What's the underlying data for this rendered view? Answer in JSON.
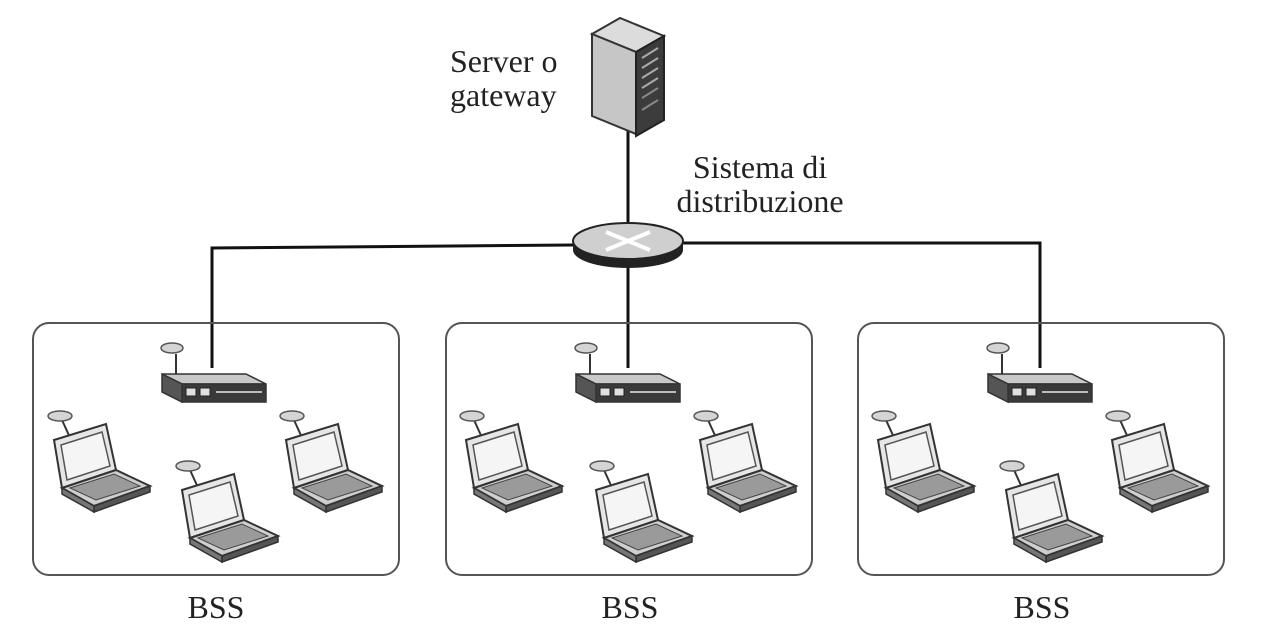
{
  "server": {
    "label_line1": "Server o",
    "label_line2": "gateway",
    "icon": "server-tower-icon"
  },
  "distribution": {
    "label_line1": "Sistema di",
    "label_line2": "distribuzione",
    "icon": "router-switch-icon"
  },
  "bss_groups": [
    {
      "label": "BSS",
      "access_point_icon": "access-point-icon",
      "laptop_icon": "wireless-laptop-icon",
      "laptop_count": 3
    },
    {
      "label": "BSS",
      "access_point_icon": "access-point-icon",
      "laptop_icon": "wireless-laptop-icon",
      "laptop_count": 3
    },
    {
      "label": "BSS",
      "access_point_icon": "access-point-icon",
      "laptop_icon": "wireless-laptop-icon",
      "laptop_count": 3
    }
  ],
  "colors": {
    "line": "#111111",
    "device_light": "#d9d9d9",
    "device_dark": "#444444",
    "box_border": "#555555"
  }
}
